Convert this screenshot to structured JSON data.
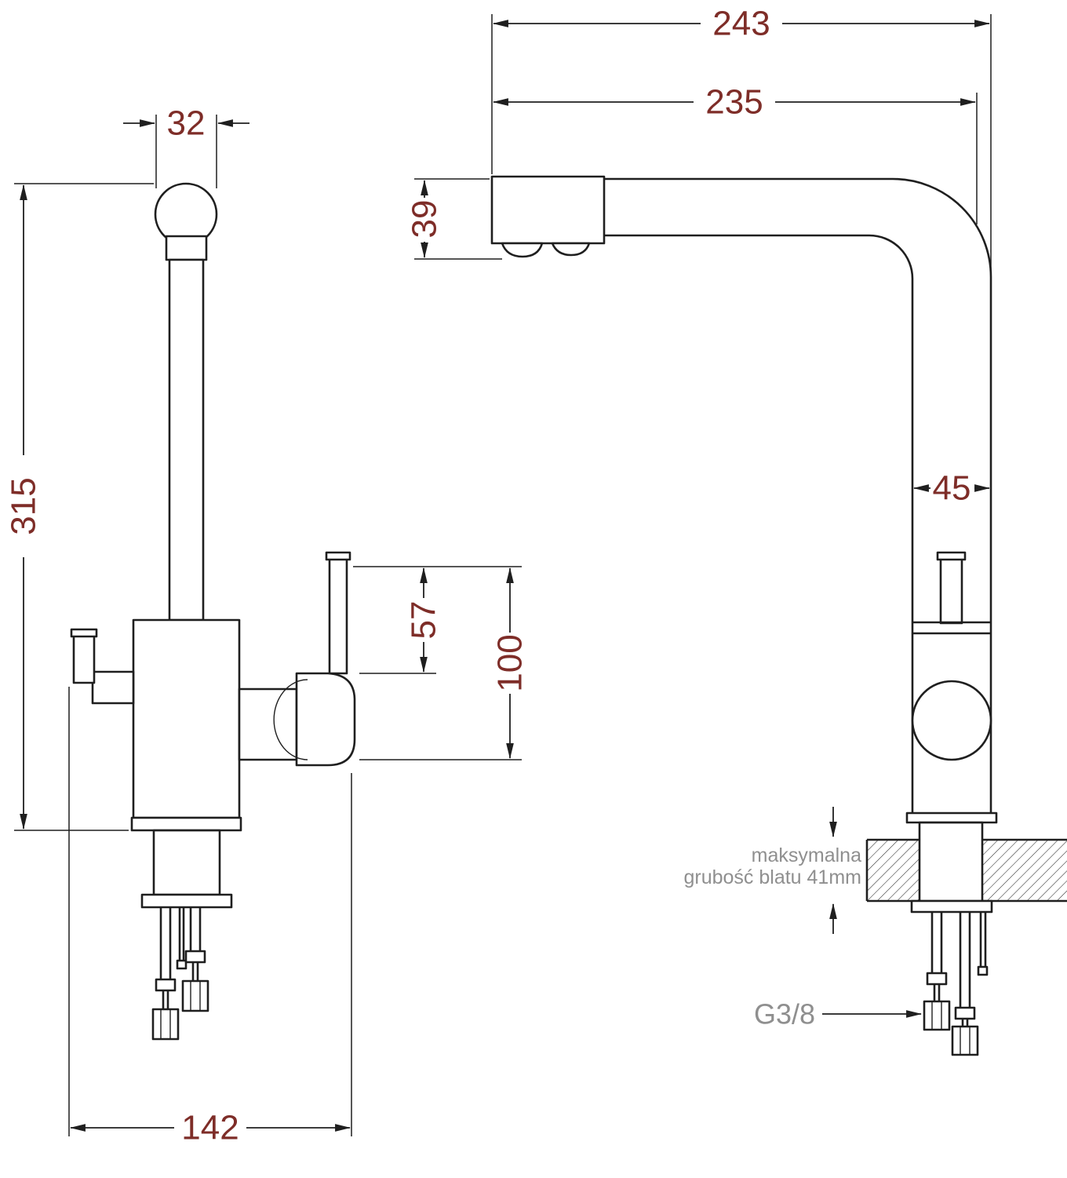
{
  "colors": {
    "line": "#1f1f1f",
    "dimension_text": "#7e2d28",
    "note_text": "#8f8f8f",
    "background": "#ffffff"
  },
  "dimensions": {
    "overall_reach": "243",
    "spout_reach": "235",
    "spout_head_height": "39",
    "head_diameter": "32",
    "total_height": "315",
    "body_width": "45",
    "lever_height": "57",
    "handle_assembly_height": "100",
    "base_span": "142",
    "thread_size": "G3/8"
  },
  "notes": {
    "countertop_line1": "maksymalna",
    "countertop_line2": "grubość blatu 41mm"
  }
}
